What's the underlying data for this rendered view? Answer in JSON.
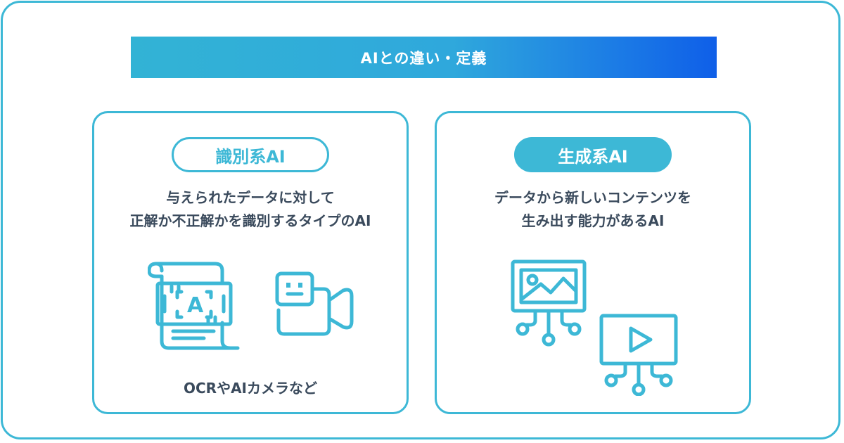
{
  "banner": {
    "title": "AIとの違い・定義"
  },
  "left_card": {
    "badge": "識別系AI",
    "description_lines": [
      "与えられたデータに対して",
      "正解か不正解かを識別するタイプのAI"
    ],
    "icons": [
      "ocr-document-icon",
      "ai-camera-icon"
    ],
    "ocr_letter": "A",
    "footer": "OCRやAIカメラなど"
  },
  "right_card": {
    "badge": "生成系AI",
    "description_lines": [
      "データから新しいコンテンツを",
      "生み出す能力があるAI"
    ],
    "icons": [
      "generated-image-icon",
      "generated-video-icon"
    ]
  },
  "colors": {
    "accent": "#3db8d6",
    "text": "#3a4a5c",
    "banner_end": "#0f5fe8"
  }
}
